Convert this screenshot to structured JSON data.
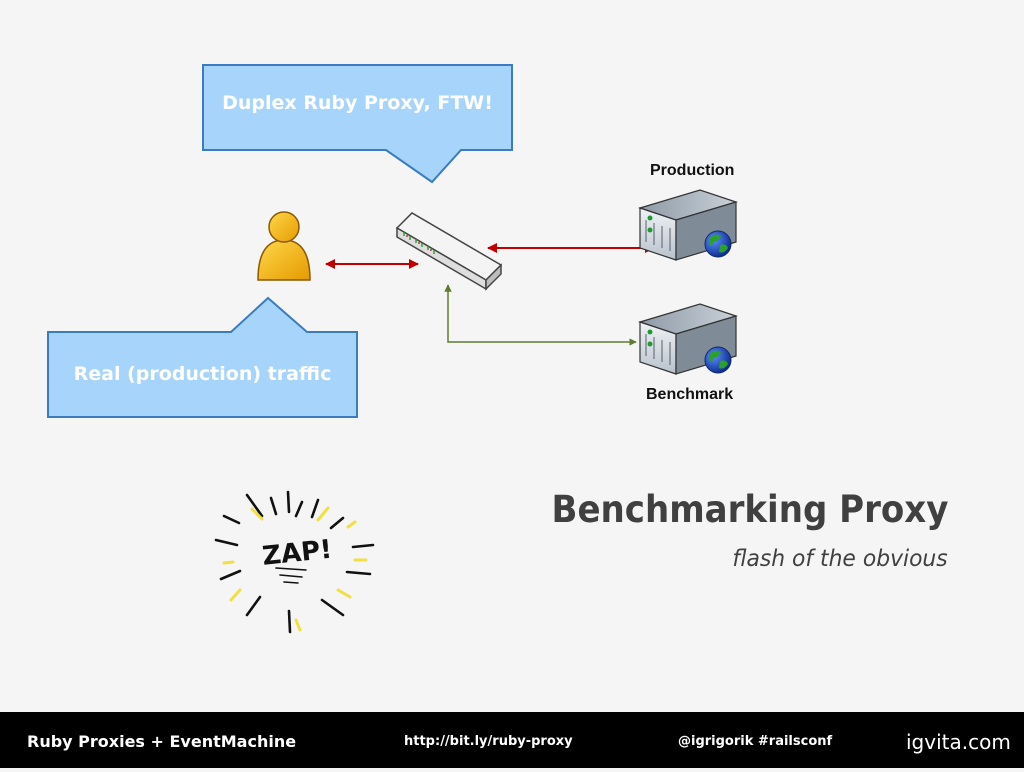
{
  "diagram": {
    "callout_top": "Duplex Ruby Proxy, FTW!",
    "callout_bottom": "Real (production) traffic",
    "server_production_label": "Production",
    "server_benchmark_label": "Benchmark",
    "zap_text": "ZAP!",
    "colors": {
      "callout_fill": "#a7d4fb",
      "callout_border": "#3b7cc0",
      "arrow_red": "#c00000",
      "arrow_green": "#5e7d32",
      "user_fill": "#f7b500"
    },
    "icons": [
      "user-icon",
      "switch-icon",
      "server-icon",
      "globe-icon",
      "zap-sketch-icon"
    ]
  },
  "slide": {
    "title": "Benchmarking Proxy",
    "subtitle": "flash of the obvious"
  },
  "footer": {
    "title": "Ruby Proxies + EventMachine",
    "link": "http://bit.ly/ruby-proxy",
    "handle": "@igrigorik #railsconf",
    "brand": "igvita.com"
  }
}
